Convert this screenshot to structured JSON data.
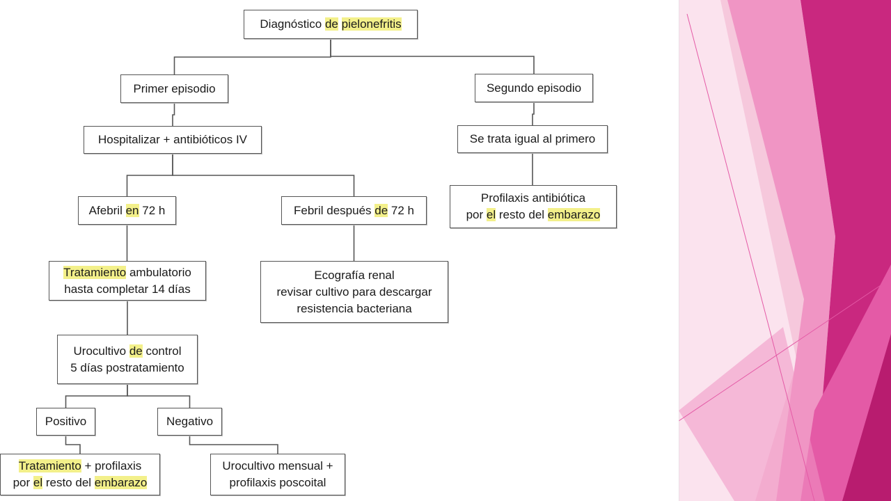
{
  "flowchart": {
    "nodes": [
      {
        "id": "diagnostico",
        "lines": [
          [
            {
              "t": "Diagnóstico "
            },
            {
              "t": "de",
              "hl": true
            },
            {
              "t": " "
            },
            {
              "t": "pielonefritis",
              "hl": true
            }
          ]
        ]
      },
      {
        "id": "primer",
        "lines": [
          [
            {
              "t": "Primer episodio"
            }
          ]
        ]
      },
      {
        "id": "segundo",
        "lines": [
          [
            {
              "t": "Segundo episodio"
            }
          ]
        ]
      },
      {
        "id": "hospitalizar",
        "lines": [
          [
            {
              "t": "Hospitalizar + antibióticos IV"
            }
          ]
        ]
      },
      {
        "id": "igual",
        "lines": [
          [
            {
              "t": "Se trata igual al primero"
            }
          ]
        ]
      },
      {
        "id": "profilaxis-embarazo",
        "lines": [
          [
            {
              "t": "Profilaxis antibiótica"
            }
          ],
          [
            {
              "t": "por "
            },
            {
              "t": "el",
              "hl": true
            },
            {
              "t": " resto del "
            },
            {
              "t": "embarazo",
              "hl": true
            }
          ]
        ]
      },
      {
        "id": "afebril",
        "lines": [
          [
            {
              "t": "Afebril "
            },
            {
              "t": "en",
              "hl": true
            },
            {
              "t": " 72 h"
            }
          ]
        ]
      },
      {
        "id": "febril",
        "lines": [
          [
            {
              "t": "Febril después "
            },
            {
              "t": "de",
              "hl": true
            },
            {
              "t": " 72 h"
            }
          ]
        ]
      },
      {
        "id": "tratamiento-ambulatorio",
        "lines": [
          [
            {
              "t": "Tratamiento",
              "hl": true
            },
            {
              "t": " ambulatorio"
            }
          ],
          [
            {
              "t": "hasta completar 14 días"
            }
          ]
        ]
      },
      {
        "id": "ecografia",
        "lines": [
          [
            {
              "t": "Ecografía renal"
            }
          ],
          [
            {
              "t": "revisar cultivo para descargar"
            }
          ],
          [
            {
              "t": "resistencia bacteriana"
            }
          ]
        ]
      },
      {
        "id": "urocultivo-control",
        "lines": [
          [
            {
              "t": "Urocultivo "
            },
            {
              "t": "de",
              "hl": true
            },
            {
              "t": " control"
            }
          ],
          [
            {
              "t": "5 días postratamiento"
            }
          ]
        ]
      },
      {
        "id": "positivo",
        "lines": [
          [
            {
              "t": "Positivo"
            }
          ]
        ]
      },
      {
        "id": "negativo",
        "lines": [
          [
            {
              "t": "Negativo"
            }
          ]
        ]
      },
      {
        "id": "tratamiento-profilaxis",
        "lines": [
          [
            {
              "t": "Tratamiento",
              "hl": true
            },
            {
              "t": " + profilaxis"
            }
          ],
          [
            {
              "t": "por "
            },
            {
              "t": "el",
              "hl": true
            },
            {
              "t": " resto del "
            },
            {
              "t": "embarazo",
              "hl": true
            }
          ]
        ]
      },
      {
        "id": "urocultivo-mensual",
        "lines": [
          [
            {
              "t": "Urocultivo mensual +"
            }
          ],
          [
            {
              "t": "profilaxis poscoital"
            }
          ]
        ]
      }
    ],
    "edges": [
      {
        "from": "diagnostico",
        "to": "primer"
      },
      {
        "from": "diagnostico",
        "to": "segundo"
      },
      {
        "from": "primer",
        "to": "hospitalizar"
      },
      {
        "from": "segundo",
        "to": "igual"
      },
      {
        "from": "igual",
        "to": "profilaxis-embarazo"
      },
      {
        "from": "hospitalizar",
        "to": "afebril"
      },
      {
        "from": "hospitalizar",
        "to": "febril"
      },
      {
        "from": "afebril",
        "to": "tratamiento-ambulatorio"
      },
      {
        "from": "febril",
        "to": "ecografia"
      },
      {
        "from": "tratamiento-ambulatorio",
        "to": "urocultivo-control"
      },
      {
        "from": "urocultivo-control",
        "to": "positivo"
      },
      {
        "from": "urocultivo-control",
        "to": "negativo"
      },
      {
        "from": "positivo",
        "to": "tratamiento-profilaxis"
      },
      {
        "from": "negativo",
        "to": "urocultivo-mensual"
      }
    ],
    "colors": {
      "highlight": "#f3f08a",
      "line": "#555555"
    }
  },
  "decoration": {
    "colors": [
      "#f6c8dc",
      "#f095c4",
      "#e45aa6",
      "#c9287f",
      "#b81c6f",
      "#fbe3ee"
    ]
  }
}
